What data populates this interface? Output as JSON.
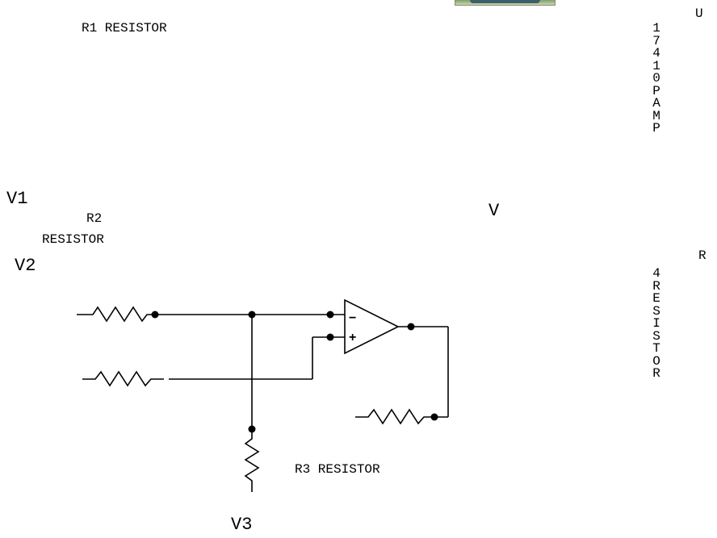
{
  "labels": {
    "r1": "R1 RESISTOR",
    "v1": "V1",
    "r2_name": "R2",
    "r2_type": "RESISTOR",
    "v2": "V2",
    "r3": "R3 RESISTOR",
    "v3": "V3",
    "v_out": "V",
    "u1_head": "U",
    "u1_vertical": "17410PAMP",
    "r4_head": "R",
    "r4_vertical": "4RESISTOR"
  },
  "opamp": {
    "minus_sign": "−",
    "plus_sign": "+"
  }
}
